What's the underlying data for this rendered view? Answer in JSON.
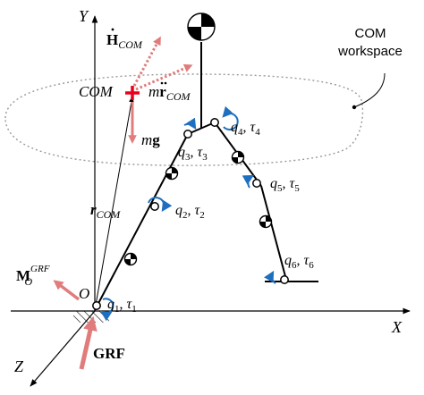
{
  "axes": {
    "x_label": "X",
    "y_label": "Y",
    "z_label": "Z",
    "origin_label": "O"
  },
  "workspace": {
    "line1": "COM",
    "line2": "workspace"
  },
  "com": {
    "label": "COM",
    "hdot_H": "H",
    "hdot_sub": "COM",
    "m_rddot_m": "m",
    "m_rddot_r": "r",
    "m_rddot_sub": "COM",
    "mg_m": "m",
    "mg_g": "g",
    "r_com_r": "r",
    "r_com_sub": "COM"
  },
  "grf": {
    "label": "GRF",
    "moment_M": "M",
    "moment_sub": "O",
    "moment_sup": "GRF"
  },
  "joints": [
    {
      "q": "q",
      "index": "1",
      "tau": "τ",
      "sep": ", "
    },
    {
      "q": "q",
      "index": "2",
      "tau": "τ",
      "sep": ", "
    },
    {
      "q": "q",
      "index": "3",
      "tau": "τ",
      "sep": ", "
    },
    {
      "q": "q",
      "index": "4",
      "tau": "τ",
      "sep": ", "
    },
    {
      "q": "q",
      "index": "5",
      "tau": "τ",
      "sep": ", "
    },
    {
      "q": "q",
      "index": "6",
      "tau": "τ",
      "sep": ", "
    }
  ],
  "colors": {
    "red": "#e8001c",
    "pink": "#e07c7c",
    "blue": "#1f6fc0",
    "black": "#000000",
    "gray": "#a0a0a0"
  }
}
